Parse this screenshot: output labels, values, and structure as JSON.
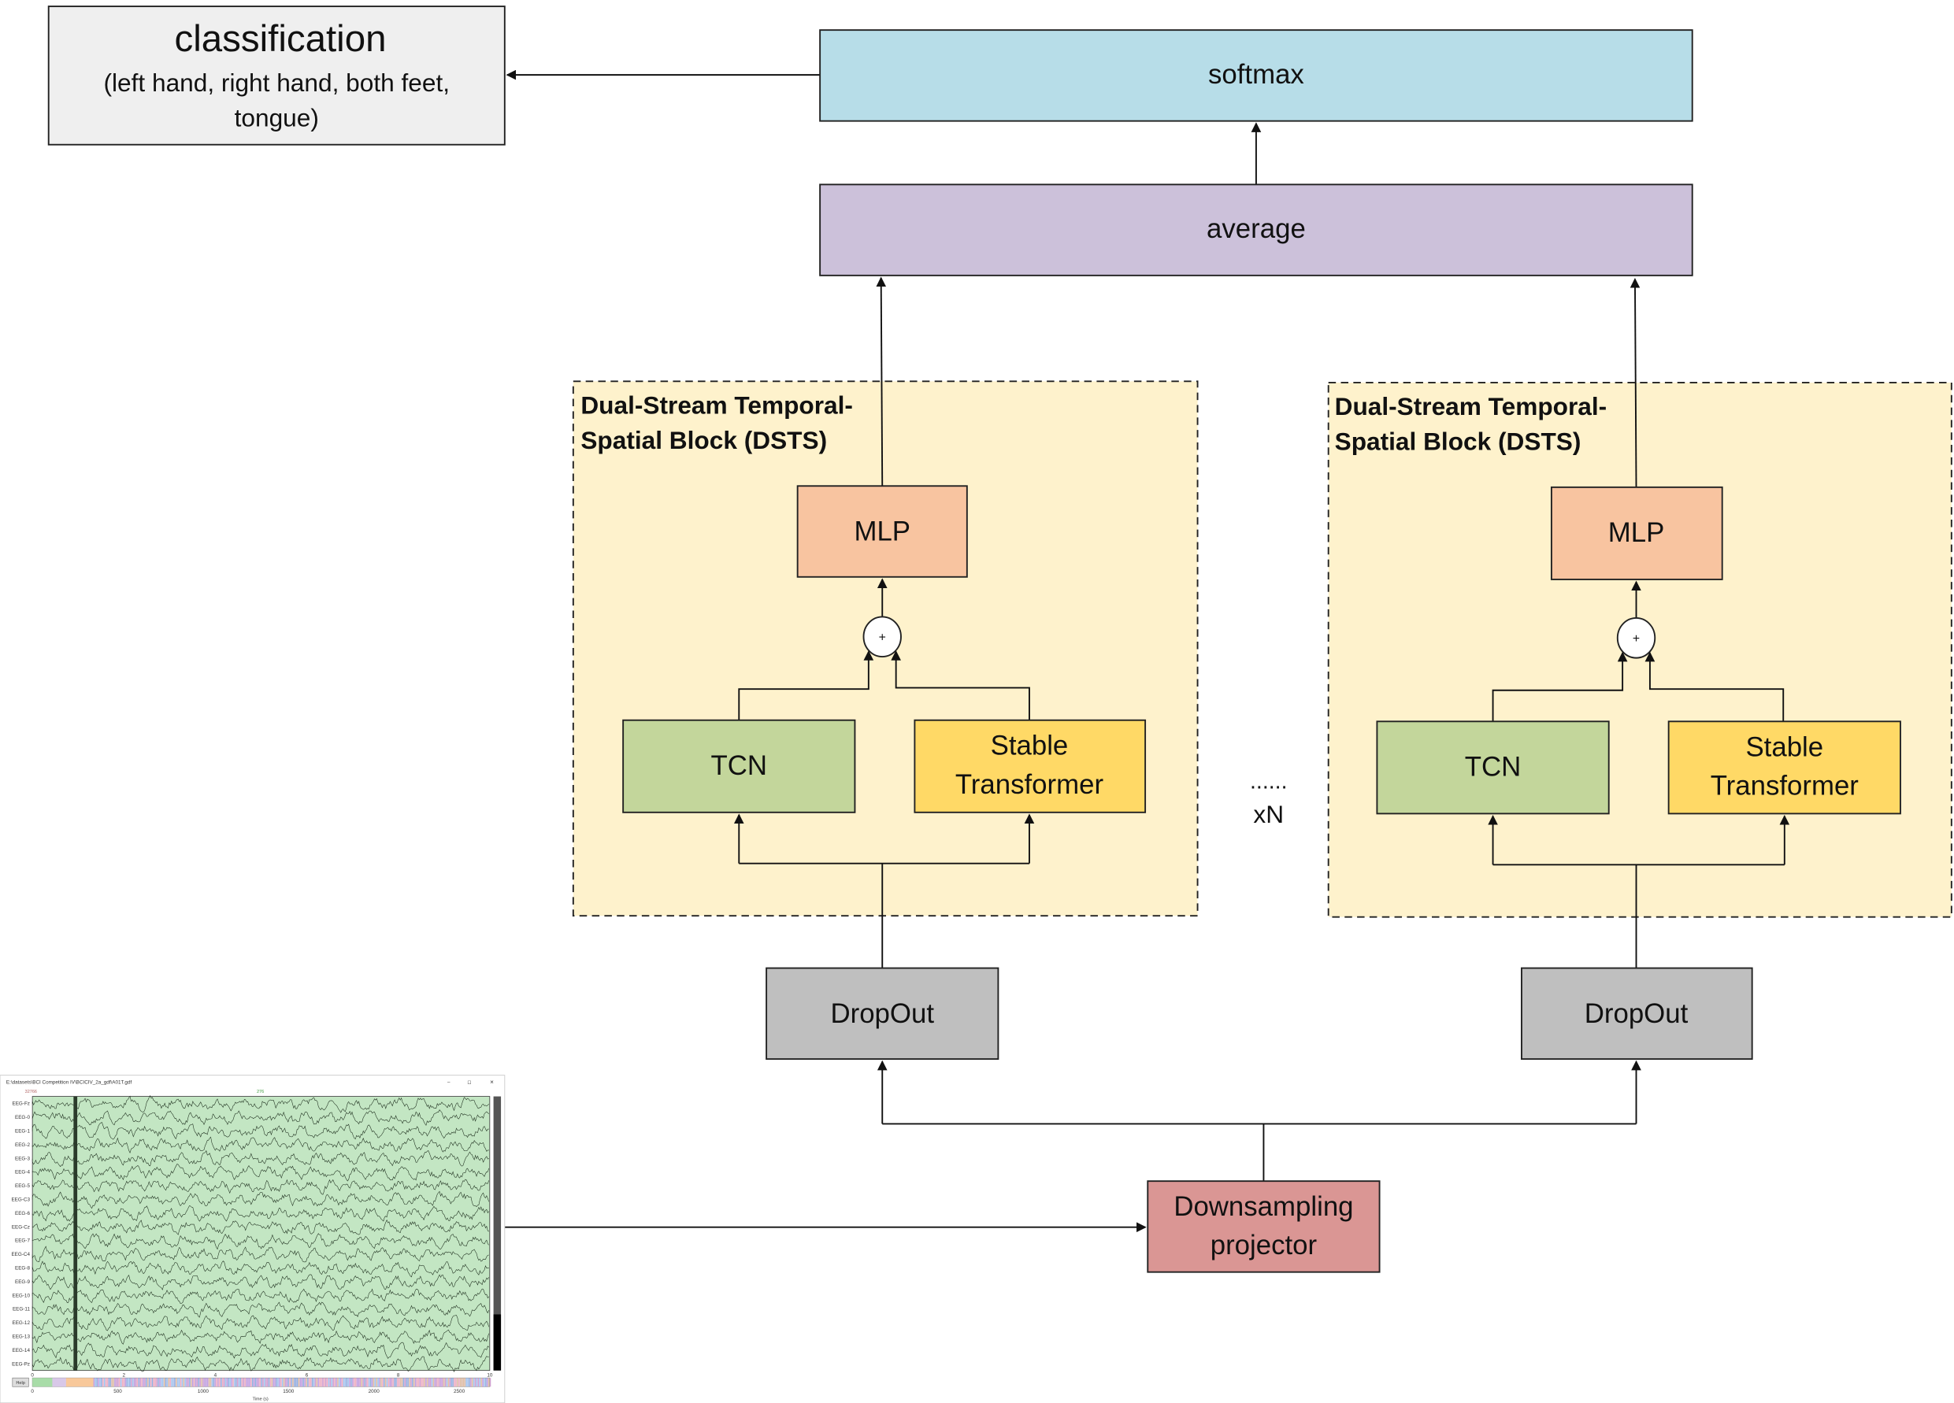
{
  "colors": {
    "classification": "#efefef",
    "softmax": "#b7dde8",
    "average": "#ccc1da",
    "dsts_block": "#fef2cc",
    "mlp": "#f8c4a0",
    "tcn": "#c3d69b",
    "stable_transformer": "#ffd966",
    "dropout": "#bfbfbf",
    "downsampling": "#da9694",
    "eeg_background": "#c3e6c3"
  },
  "classification": {
    "title": "classification",
    "line1": "(left hand, right hand, both feet,",
    "line2": "tongue)"
  },
  "softmax": "softmax",
  "average": "average",
  "blocks": [
    {
      "title1": "Dual-Stream Temporal-",
      "title2": "Spatial Block (DSTS)",
      "mlp": "MLP",
      "plus": "+",
      "tcn": "TCN",
      "st1": "Stable",
      "st2": "Transformer",
      "dropout": "DropOut"
    },
    {
      "title1": "Dual-Stream Temporal-",
      "title2": "Spatial Block (DSTS)",
      "mlp": "MLP",
      "plus": "+",
      "tcn": "TCN",
      "st1": "Stable",
      "st2": "Transformer",
      "dropout": "DropOut"
    }
  ],
  "repeat": {
    "dots": "......",
    "label": "xN"
  },
  "downsampling": {
    "line1": "Downsampling",
    "line2": "projector"
  },
  "eeg_window": {
    "title": "E:\\datasets\\BCI Competition IV\\BCICIV_2a_gdf\\A01T.gdf",
    "marker_left": "32766",
    "marker_mid": "276",
    "channels": [
      "EEG-Fz",
      "EEG-0",
      "EEG-1",
      "EEG-2",
      "EEG-3",
      "EEG-4",
      "EEG-5",
      "EEG-C3",
      "EEG-6",
      "EEG-Cz",
      "EEG-7",
      "EEG-C4",
      "EEG-8",
      "EEG-9",
      "EEG-10",
      "EEG-11",
      "EEG-12",
      "EEG-13",
      "EEG-14",
      "EEG-Pz"
    ],
    "time_ticks": [
      "0",
      "2",
      "4",
      "6",
      "8",
      "10"
    ],
    "overview_ticks": [
      "0",
      "500",
      "1000",
      "1500",
      "2000",
      "2500"
    ],
    "xlabel": "Time (s)",
    "help": "Help",
    "controls": {
      "minimize": "–",
      "maximize": "◻",
      "close": "✕"
    }
  }
}
